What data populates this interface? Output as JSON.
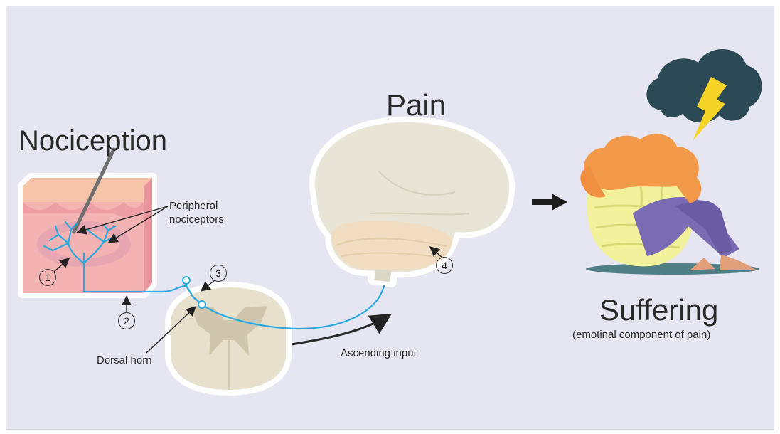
{
  "titles": {
    "nociception": "Nociception",
    "pain": "Pain",
    "suffering": "Suffering",
    "suffering_subtitle": "(emotinal component of pain)"
  },
  "labels": {
    "peripheral_line1": "Peripheral",
    "peripheral_line2": "nociceptors",
    "dorsal_horn": "Dorsal horn",
    "ascending_input": "Ascending input"
  },
  "steps": [
    "1",
    "2",
    "3",
    "4"
  ],
  "colors": {
    "background": "#e6e6f2",
    "nerve": "#2aa9e0",
    "skin": "#f3b3b3",
    "brain": "#e8e4d6",
    "cloud": "#2c4a55",
    "lightning": "#f5d327",
    "hair": "#f29a4a",
    "pants": "#7a6cb4"
  }
}
